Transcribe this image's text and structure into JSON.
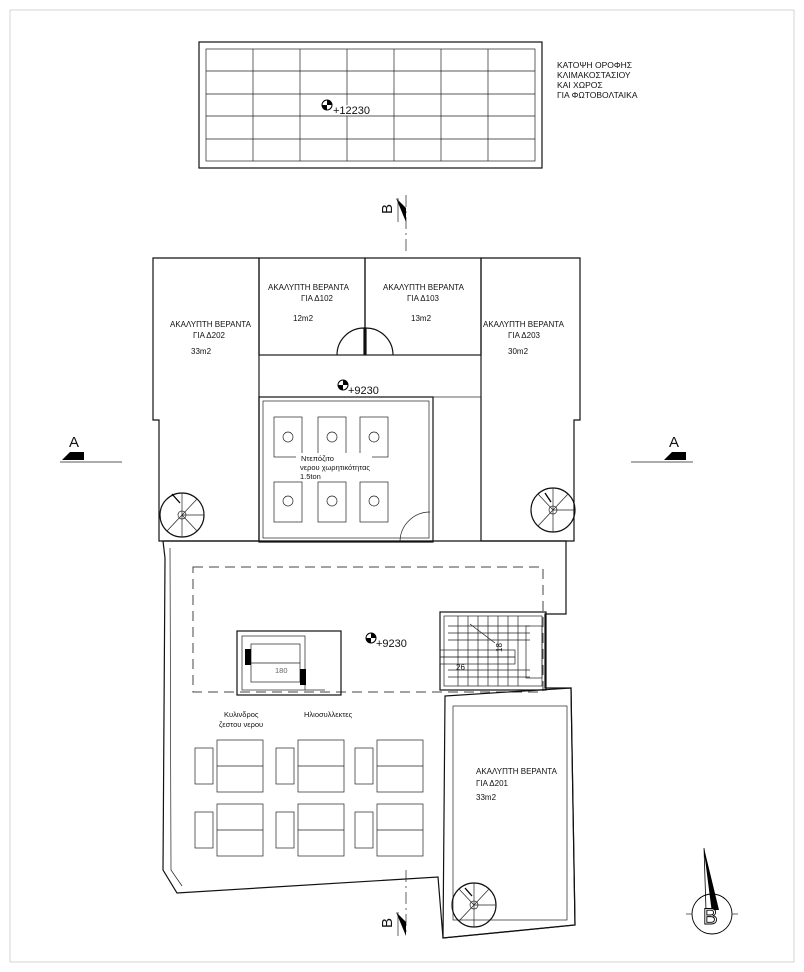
{
  "title_block": {
    "line1": "ΚΑΤΟΨΗ ΟΡΟΦΗΣ",
    "line2": "ΚΛΙΜΑΚΟΣΤΑΣΙΟΥ",
    "line3": "ΚΑΙ ΧΩΡΟΣ",
    "line4": "ΓΙΑ ΦΩΤΟΒΟΛΤΑΙΚΑ"
  },
  "levels": {
    "roof_top": "+12230",
    "terrace_upper": "+9230",
    "terrace_lower": "+9230"
  },
  "verandas": {
    "d102": {
      "title": "ΑΚΑΛΥΠΤΗ ΒΕΡΑΝΤΑ",
      "unit": "ΓΙΑ Δ102",
      "area": "12m2"
    },
    "d103": {
      "title": "ΑΚΑΛΥΠΤΗ ΒΕΡΑΝΤΑ",
      "unit": "ΓΙΑ Δ103",
      "area": "13m2"
    },
    "d202": {
      "title": "ΑΚΑΛΥΠΤΗ ΒΕΡΑΝΤΑ",
      "unit": "ΓΙΑ Δ202",
      "area": "33m2"
    },
    "d203": {
      "title": "ΑΚΑΛΥΠΤΗ ΒΕΡΑΝΤΑ",
      "unit": "ΓΙΑ Δ203",
      "area": "30m2"
    },
    "d201": {
      "title": "ΑΚΑΛΥΠΤΗ ΒΕΡΑΝΤΑ",
      "unit": "ΓΙΑ Δ201",
      "area": "33m2"
    }
  },
  "water_tanks": {
    "line1": "Ντεπόζιτο",
    "line2": "νερου χωρητικότητας",
    "line3": "1.5ton"
  },
  "equipment": {
    "cylinder_line1": "Κυλινδρος",
    "cylinder_line2": "ζεστου νερου",
    "collectors": "Ηλιοσυλλεκτες"
  },
  "elevator_dim": "180",
  "stair_dims": {
    "d1": "26",
    "d2": "18"
  },
  "section_markers": {
    "a": "A",
    "b": "B"
  },
  "north_label": "B"
}
